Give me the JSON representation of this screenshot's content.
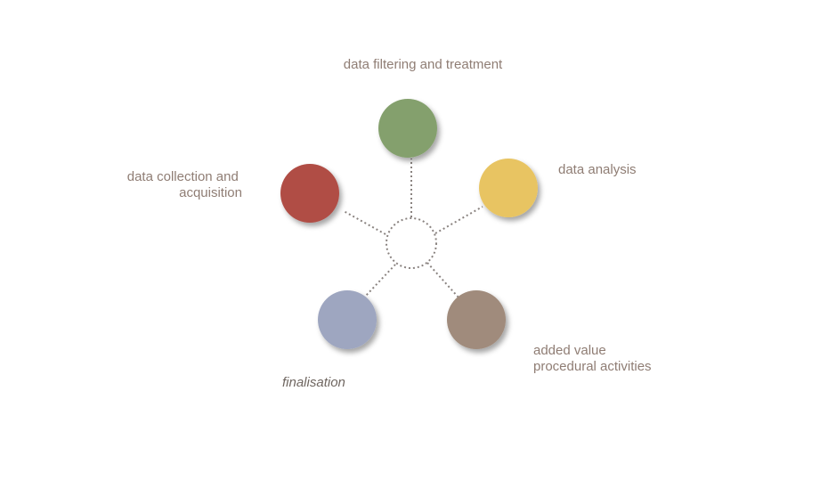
{
  "diagram": {
    "nodes": [
      {
        "id": "top",
        "label_lines": [
          "data filtering and treatment"
        ],
        "color": "#84a06d"
      },
      {
        "id": "right",
        "label_lines": [
          "data analysis"
        ],
        "color": "#e8c462"
      },
      {
        "id": "bottom-right",
        "label_lines": [
          "added value",
          "procedural activities"
        ],
        "color": "#a08b7b"
      },
      {
        "id": "bottom-left",
        "label_lines": [
          "finalisation"
        ],
        "color": "#9ea6c0",
        "italic": true
      },
      {
        "id": "left",
        "label_lines": [
          "data collection and",
          "acquisition"
        ],
        "color": "#b04d45"
      }
    ],
    "hub_color": "#ffffff",
    "connector_color": "#8a8380"
  }
}
